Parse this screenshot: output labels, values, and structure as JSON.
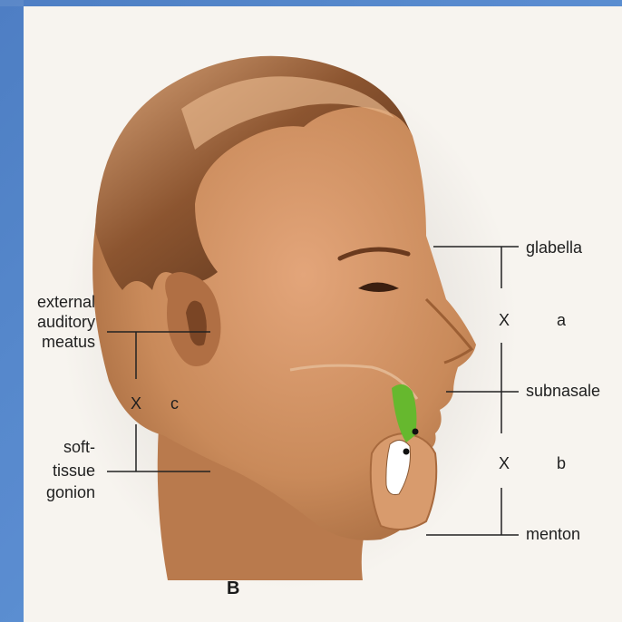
{
  "labels": {
    "glabella": "glabella",
    "subnasale": "subnasale",
    "menton": "menton",
    "ear_line1": "external",
    "ear_line2": "auditory",
    "ear_line3": "meatus",
    "gonion_line1": "soft-",
    "gonion_line2": "tissue",
    "gonion_line3": "gonion",
    "x_a": "X",
    "a": "a",
    "x_b": "X",
    "b": "b",
    "x_c": "X",
    "c": "c"
  },
  "figure_label": "B",
  "colors": {
    "background_blue": "#4a80c8",
    "paper": "#f7f4ef",
    "skin": "#c98a5a",
    "hair": "#6b3f22",
    "tooth_green": "#66b82e",
    "line": "#222222"
  }
}
